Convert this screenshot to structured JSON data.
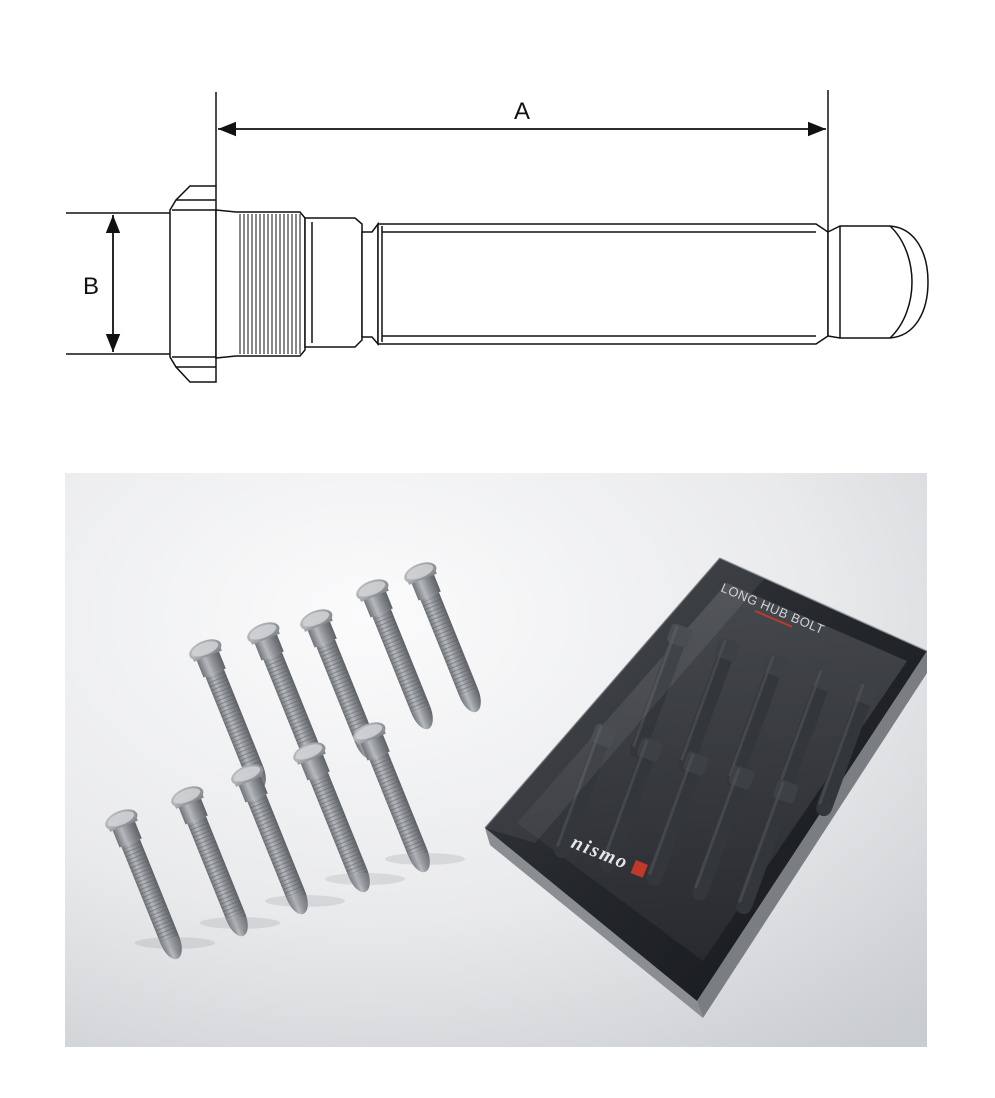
{
  "drawing": {
    "dimension_a_label": "A",
    "dimension_b_label": "B"
  },
  "photo": {
    "package_title": "LONG HUB BOLT",
    "brand_logo": "nismo",
    "bolt_count": 10,
    "colors": {
      "background": "#e9eaec",
      "bolt_metal": "#8f9296",
      "package_dark": "#2a2d31",
      "package_accent": "#c0392b"
    }
  }
}
